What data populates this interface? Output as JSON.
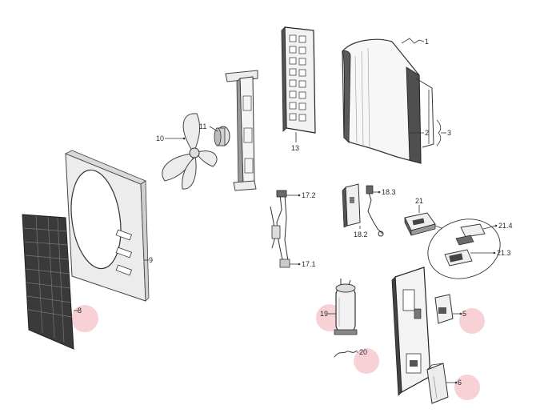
{
  "labels": {
    "p1": "1",
    "p2": "2",
    "p3": "3",
    "p5": "5",
    "p6": "6",
    "p8": "8",
    "p9": "9",
    "p10": "10",
    "p11": "11",
    "p13": "13",
    "p17_1": "17.1",
    "p17_2": "17.2",
    "p18_2": "18.2",
    "p18_3": "18.3",
    "p19": "19",
    "p20": "20",
    "p21": "21",
    "p21_3": "21.3",
    "p21_4": "21.4"
  },
  "highlight_color": "#f6c6cc"
}
